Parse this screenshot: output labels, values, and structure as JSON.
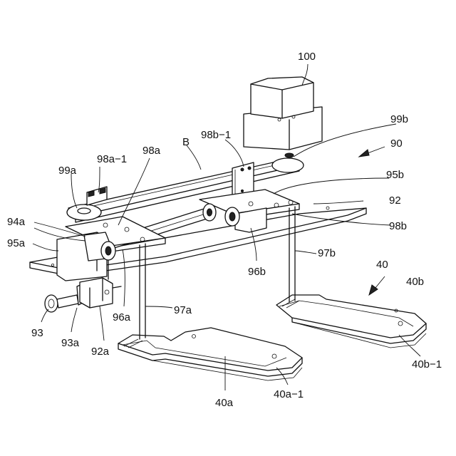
{
  "labels": {
    "l100": "100",
    "l99b": "99b",
    "l90": "90",
    "lB": "B",
    "l98b1": "98b−1",
    "l98a": "98a",
    "l98a1": "98a−1",
    "l99a": "99a",
    "l95b": "95b",
    "l92": "92",
    "l94a": "94a",
    "l98b": "98b",
    "l95a": "95a",
    "l97b": "97b",
    "l96b": "96b",
    "l40": "40",
    "l40b": "40b",
    "l97a": "97a",
    "l96a": "96a",
    "l93": "93",
    "l93a": "93a",
    "l92a": "92a",
    "l40b1": "40b−1",
    "l40a": "40a",
    "l40a1": "40a−1"
  }
}
